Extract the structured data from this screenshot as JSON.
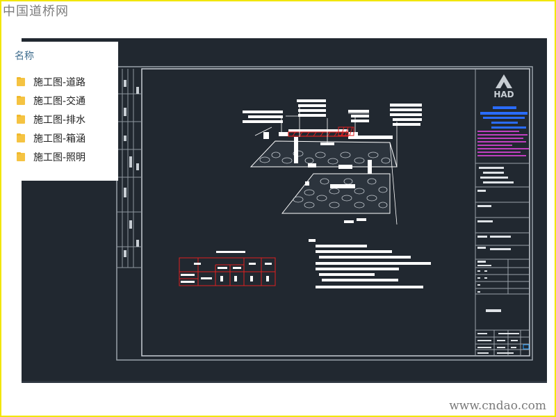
{
  "watermark_top": "中国道桥网",
  "watermark_bottom": "www.cndao.com",
  "panel": {
    "title": "名称",
    "items": [
      {
        "label": "施工图-道路",
        "icon": "folder-icon"
      },
      {
        "label": "施工图-交通",
        "icon": "folder-icon"
      },
      {
        "label": "施工图-排水",
        "icon": "folder-icon"
      },
      {
        "label": "施工图-箱涵",
        "icon": "folder-icon"
      },
      {
        "label": "施工图-照明",
        "icon": "folder-icon"
      }
    ]
  },
  "title_block": {
    "logo_text": "HAD"
  },
  "colors": {
    "cad_background": "#212830",
    "drawing_lines": "#ffffff",
    "accent_red": "#e02020",
    "accent_blue": "#2a6cff",
    "accent_magenta": "#c040c0",
    "folder": "#f5c342"
  }
}
